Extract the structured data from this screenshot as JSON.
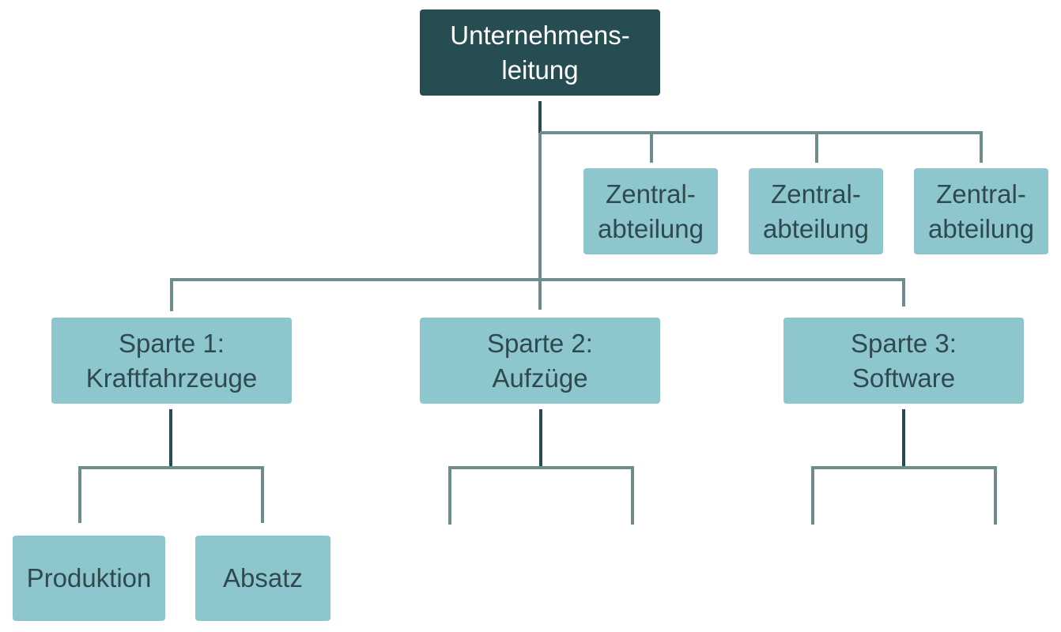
{
  "diagram": {
    "top": {
      "line1": "Unternehmens-",
      "line2": "leitung"
    },
    "central_departments": [
      {
        "line1": "Zentral-",
        "line2": "abteilung"
      },
      {
        "line1": "Zentral-",
        "line2": "abteilung"
      },
      {
        "line1": "Zentral-",
        "line2": "abteilung"
      }
    ],
    "divisions": [
      {
        "line1": "Sparte 1:",
        "line2": "Kraftfahrzeuge"
      },
      {
        "line1": "Sparte 2:",
        "line2": "Aufzüge"
      },
      {
        "line1": "Sparte 3:",
        "line2": "Software"
      }
    ],
    "functions": [
      {
        "label": "Produktion"
      },
      {
        "label": "Absatz"
      }
    ]
  },
  "colors": {
    "dark_box": "#264d52",
    "light_box": "#8dc7cd",
    "text_dark": "#2f4a4e",
    "connector_gray": "#6f8c8c",
    "connector_dark": "#264d52"
  }
}
